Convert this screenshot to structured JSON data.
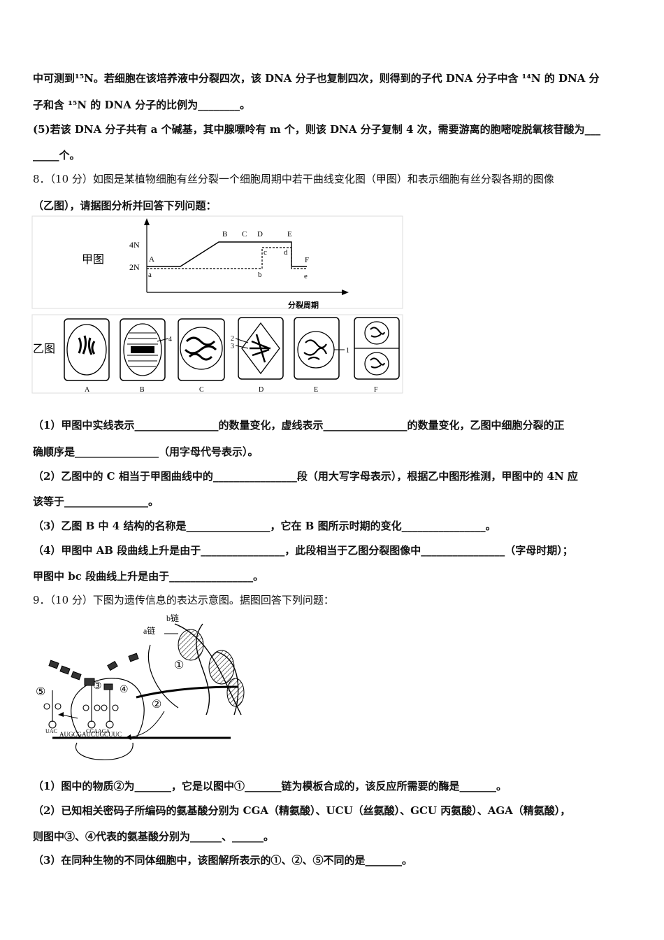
{
  "lines": {
    "l1": "中可测到¹⁵N。若细胞在该培养液中分裂四次，该 DNA 分子也复制四次，则得到的子代 DNA 分子中含 ¹⁴N 的 DNA 分",
    "l2": "子和含 ¹⁵N 的 DNA 分子的比例为________。",
    "l3": "(5)若该 DNA 分子共有 a 个碱基，其中腺嘌呤有 m 个，则该 DNA 分子复制 4 次，需要游离的胞嘧啶脱氧核苷酸为___",
    "l4": "_____个。",
    "q8a": "8．（10 分）如图是某植物细胞有丝分裂一个细胞周期中若干曲线变化图（甲图）和表示细胞有丝分裂各期的图像",
    "q8b": "（乙图），请据图分析并回答下列问题：",
    "q8_1a": "（1）甲图中实线表示________________的数量变化，虚线表示________________的数量变化，乙图中细胞分裂的正",
    "q8_1b": "确顺序是________________（用字母代号表示）。",
    "q8_2a": "（2）乙图中的 C 相当于甲图曲线中的________________段（用大写字母表示），根据乙中图形推测，甲图中的 4N 应",
    "q8_2b": "该等于________________。",
    "q8_3": "（3）乙图 B 中 4 结构的名称是________________，它在 B 图所示时期的变化________________。",
    "q8_4a": "（4）甲图中 AB 段曲线上升是由于________________，此段相当于乙图分裂图像中________________（字母时期）；",
    "q8_4b": "甲图中 bc 段曲线上升是由于________________。",
    "q9": "9．（10 分）下图为遗传信息的表达示意图。据图回答下列问题：",
    "q9_1": "（1）图中的物质②为_______，它是以图中①_______链为模板合成的，该反应所需要的酶是_______。",
    "q9_2a": "（2）已知相关密码子所编码的氨基酸分别为 CGA（精氨酸）、UCU（丝氨酸）、GCU 丙氨酸）、AGA（精氨酸），",
    "q9_2b": "则图中③、④代表的氨基酸分别为______、______。",
    "q9_3": "（3）在同种生物的不同体细胞中，该图解所表示的①、②、⑤不同的是_______。"
  },
  "fig8": {
    "jia_label": "甲图",
    "yi_label": "乙图",
    "y_4n": "4N",
    "y_2n": "2N",
    "x_label": "分裂周期",
    "upper_points": [
      "A",
      "B",
      "C",
      "D",
      "E",
      "F"
    ],
    "lower_points": [
      "a",
      "b",
      "c",
      "d",
      "e"
    ],
    "cells": [
      "A",
      "B",
      "C",
      "D",
      "E",
      "F"
    ],
    "markers": [
      "4",
      "2",
      "3",
      "1"
    ]
  },
  "fig9": {
    "b_chain": "b链",
    "a_chain": "a链",
    "labels": [
      "①",
      "②",
      "③",
      "④",
      "⑤"
    ],
    "anticodon": "UAC",
    "codon_top": "CGAAGA",
    "mrna_seq": "AUGCGAUCUGCUUC"
  }
}
